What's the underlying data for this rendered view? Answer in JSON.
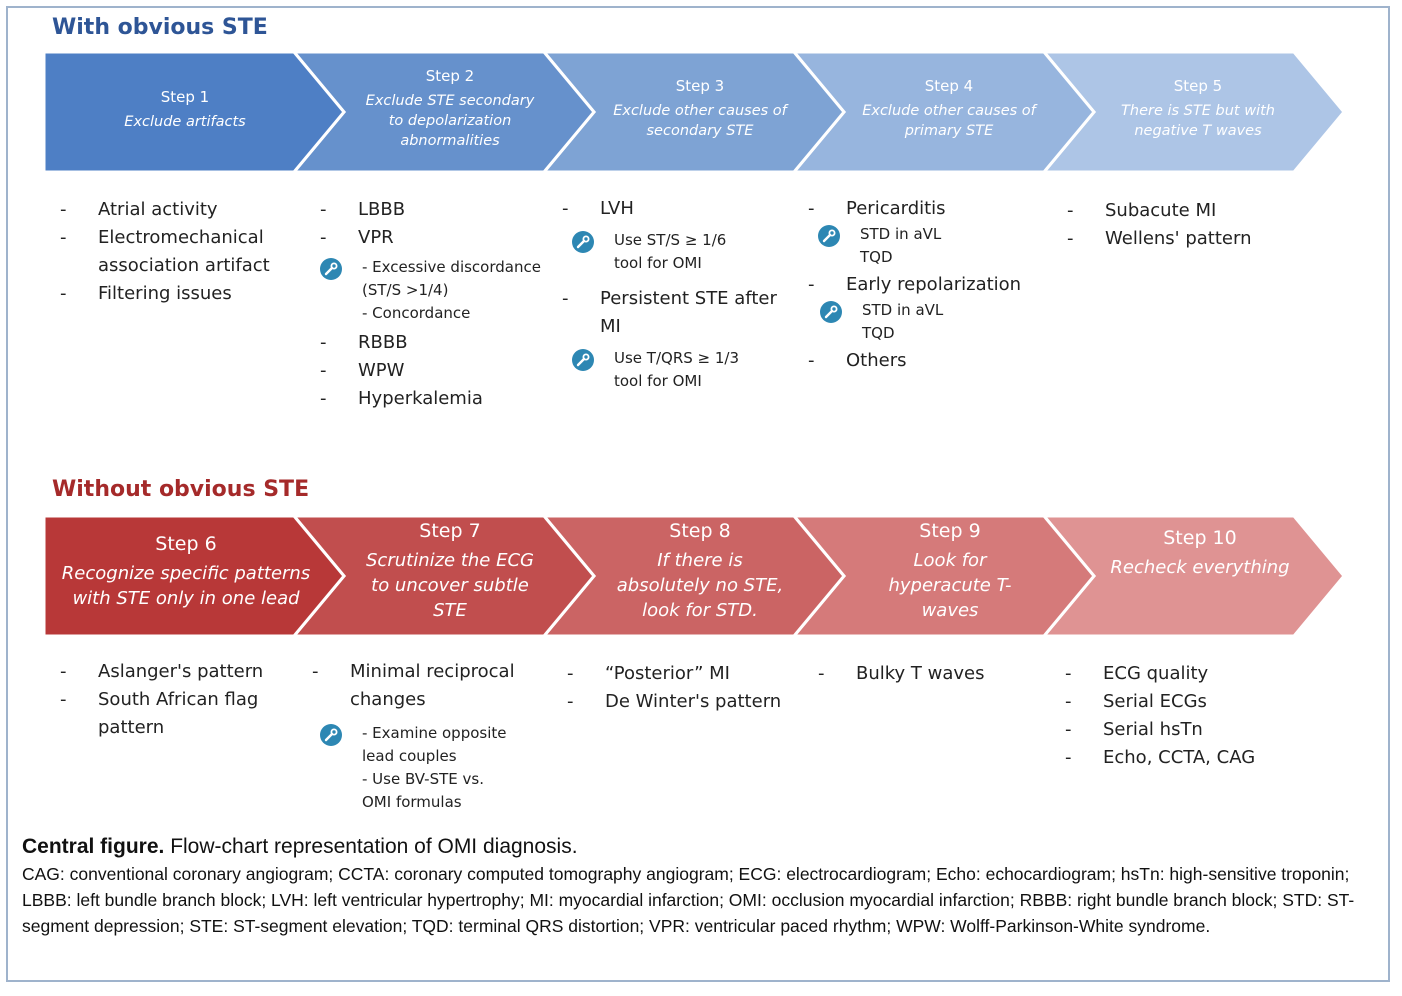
{
  "sections": {
    "top_title": "With obvious STE",
    "bottom_title": "Without obvious STE"
  },
  "colors": {
    "top_steps": [
      "#4e7fc5",
      "#6691cc",
      "#7ea3d4",
      "#97b5de",
      "#adc5e6"
    ],
    "bottom_steps": [
      "#b83838",
      "#c14e4e",
      "#cb6464",
      "#d57a7a",
      "#df9393"
    ],
    "tool_icon": "#2d87b3",
    "top_title": "#2e5596",
    "bottom_title": "#a52a2a"
  },
  "steps": [
    {
      "num": "Step 1",
      "lines": [
        "Exclude artifacts"
      ]
    },
    {
      "num": "Step 2",
      "lines": [
        "Exclude STE secondary",
        "to depolarization",
        "abnormalities"
      ]
    },
    {
      "num": "Step 3",
      "lines": [
        "Exclude other causes of",
        "secondary STE"
      ]
    },
    {
      "num": "Step 4",
      "lines": [
        "Exclude other causes of",
        "primary STE"
      ]
    },
    {
      "num": "Step 5",
      "lines": [
        "There is STE but with",
        "negative T waves"
      ]
    },
    {
      "num": "Step 6",
      "lines": [
        "Recognize specific patterns",
        "with STE only in one lead"
      ]
    },
    {
      "num": "Step 7",
      "lines": [
        "Scrutinize the ECG",
        "to uncover subtle",
        "STE"
      ]
    },
    {
      "num": "Step 8",
      "lines": [
        "If there is",
        "absolutely no STE,",
        "look for STD."
      ]
    },
    {
      "num": "Step 9",
      "lines": [
        "Look for",
        "hyperacute T-",
        "waves"
      ]
    },
    {
      "num": "Step 10",
      "lines": [
        "Recheck everything"
      ]
    }
  ],
  "details": {
    "step1": [
      "Atrial activity",
      "Electromechanical association artifact",
      "Filtering issues"
    ],
    "step2": {
      "items_a": [
        "LBBB",
        "VPR"
      ],
      "tool": [
        "- Excessive discordance",
        "(ST/S >1/4)",
        "- Concordance"
      ],
      "items_b": [
        "RBBB",
        "WPW",
        "Hyperkalemia"
      ]
    },
    "step3": {
      "item_a": "LVH",
      "tool_a": [
        "Use ST/S ≥ 1/6",
        "tool for OMI"
      ],
      "item_b": "Persistent STE after MI",
      "tool_b": [
        "Use T/QRS ≥ 1/3",
        "tool for OMI"
      ]
    },
    "step4": {
      "item_a": "Pericarditis",
      "tool_a": [
        "STD in aVL",
        "TQD"
      ],
      "item_b": "Early repolarization",
      "tool_b": [
        "STD in aVL",
        "TQD"
      ],
      "item_c": "Others"
    },
    "step5": [
      "Subacute MI",
      "Wellens' pattern"
    ],
    "step6": [
      "Aslanger's pattern",
      "South African flag pattern"
    ],
    "step7": {
      "item_a": "Minimal reciprocal changes",
      "tool": [
        "- Examine opposite",
        "lead couples",
        "- Use BV-STE vs.",
        "OMI formulas"
      ]
    },
    "step8": [
      "“Posterior” MI",
      "De Winter's pattern"
    ],
    "step9": [
      "Bulky T waves"
    ],
    "step10": [
      "ECG quality",
      "Serial ECGs",
      "Serial hsTn",
      "Echo, CCTA, CAG"
    ]
  },
  "caption": {
    "bold": "Central figure.",
    "title": " Flow-chart representation of OMI diagnosis.",
    "body": "CAG: conventional coronary angiogram; CCTA: coronary computed tomography angiogram; ECG: electrocardiogram; Echo: echocardiogram; hsTn: high-sensitive troponin; LBBB: left bundle branch block; LVH: left ventricular hypertrophy; MI: myocardial infarction; OMI: occlusion myocardial infarction; RBBB: right bundle branch block; STD: ST-segment depression; STE: ST-segment elevation; TQD: terminal QRS distortion; VPR: ventricular paced rhythm; WPW: Wolff-Parkinson-White syndrome."
  }
}
